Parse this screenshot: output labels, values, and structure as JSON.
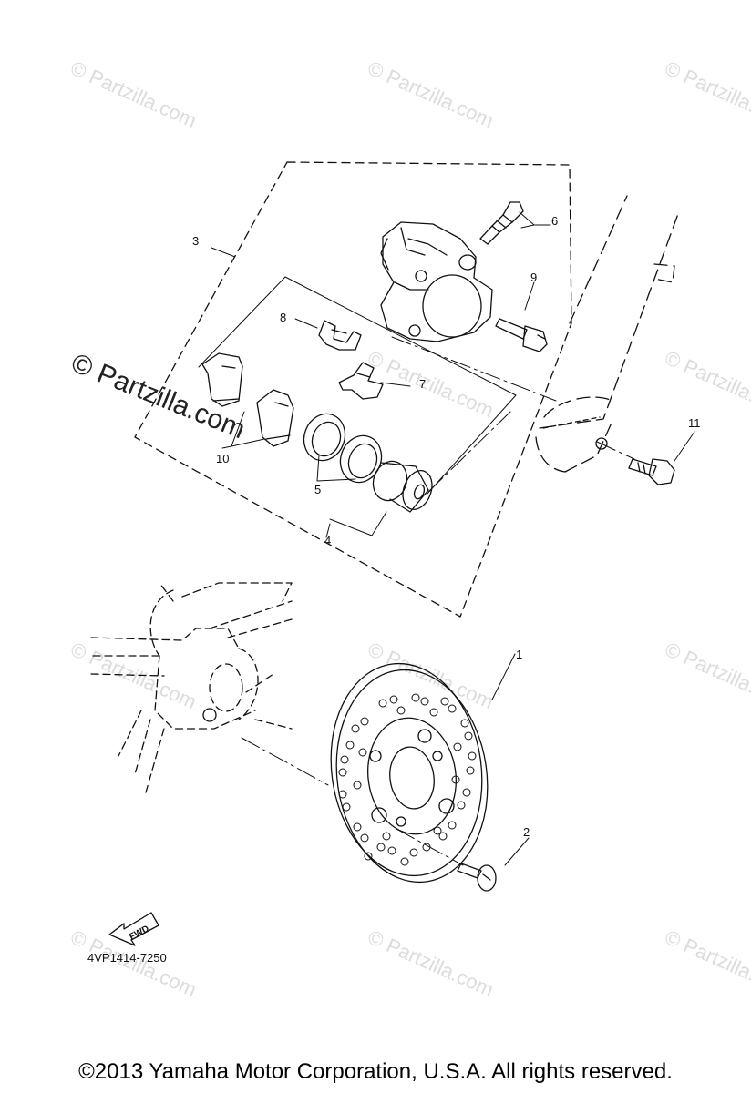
{
  "watermark": "© Partzilla.com",
  "callouts": {
    "c1": "1",
    "c2": "2",
    "c3": "3",
    "c4": "4",
    "c5": "5",
    "c6": "6",
    "c7": "7",
    "c8": "8",
    "c9": "9",
    "c10": "10",
    "c11": "11"
  },
  "fwd_label": "FWD",
  "diagram_code": "4VP1414-7250",
  "copyright": "©2013 Yamaha Motor Corporation, U.S.A. All rights reserved."
}
